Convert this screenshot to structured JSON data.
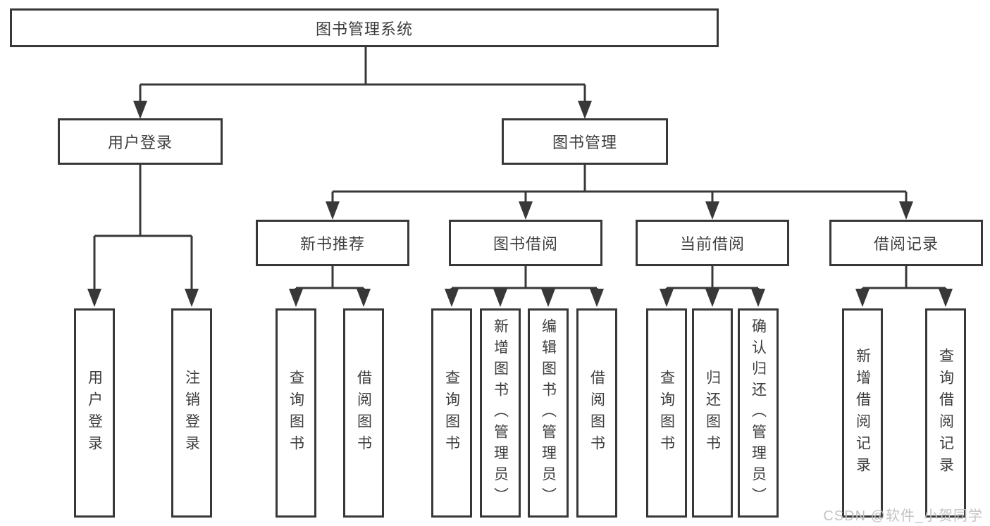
{
  "colors": {
    "line": "#383838",
    "border": "#383838",
    "text": "#3d3d3d",
    "watermark": "#c3c3c3",
    "background": "#ffffff"
  },
  "watermark": "CSDN @软件_小贺同学",
  "tree": {
    "label": "图书管理系统",
    "children": [
      {
        "label": "用户登录",
        "children": [
          {
            "label": "用户登录"
          },
          {
            "label": "注销登录"
          }
        ]
      },
      {
        "label": "图书管理",
        "children": [
          {
            "label": "新书推荐",
            "children": [
              {
                "label": "查询图书"
              },
              {
                "label": "借阅图书"
              }
            ]
          },
          {
            "label": "图书借阅",
            "children": [
              {
                "label": "查询图书"
              },
              {
                "label": "新增图书（管理员）"
              },
              {
                "label": "编辑图书（管理员）"
              },
              {
                "label": "借阅图书"
              }
            ]
          },
          {
            "label": "当前借阅",
            "children": [
              {
                "label": "查询图书"
              },
              {
                "label": "归还图书"
              },
              {
                "label": "确认归还（管理员）"
              }
            ]
          },
          {
            "label": "借阅记录",
            "children": [
              {
                "label": "新增借阅记录"
              },
              {
                "label": "查询借阅记录"
              }
            ]
          }
        ]
      }
    ]
  }
}
